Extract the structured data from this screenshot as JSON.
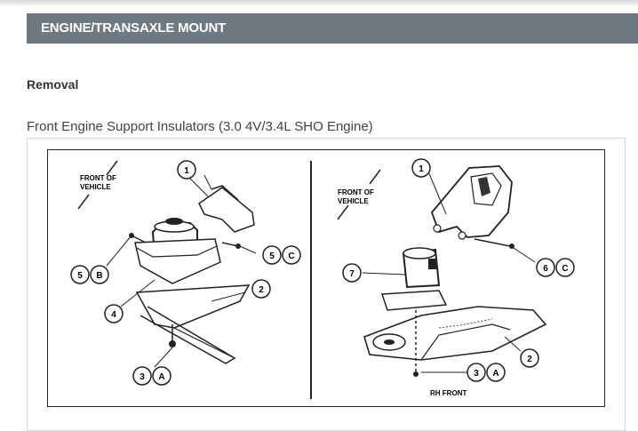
{
  "section": {
    "title": "ENGINE/TRANSAXLE MOUNT"
  },
  "subheading": "Removal",
  "figure": {
    "caption": "Front Engine Support Insulators (3.0 4V/3.4L SHO Engine)",
    "left_panel": {
      "direction_label_line1": "FRONT OF",
      "direction_label_line2": "VEHICLE",
      "callouts": [
        "1",
        "2",
        "4",
        "5",
        "B",
        "5",
        "C",
        "3",
        "A"
      ]
    },
    "right_panel": {
      "direction_label_line1": "FRONT OF",
      "direction_label_line2": "VEHICLE",
      "bottom_label": "RH FRONT",
      "callouts": [
        "1",
        "7",
        "6",
        "C",
        "2",
        "3",
        "A"
      ]
    }
  }
}
